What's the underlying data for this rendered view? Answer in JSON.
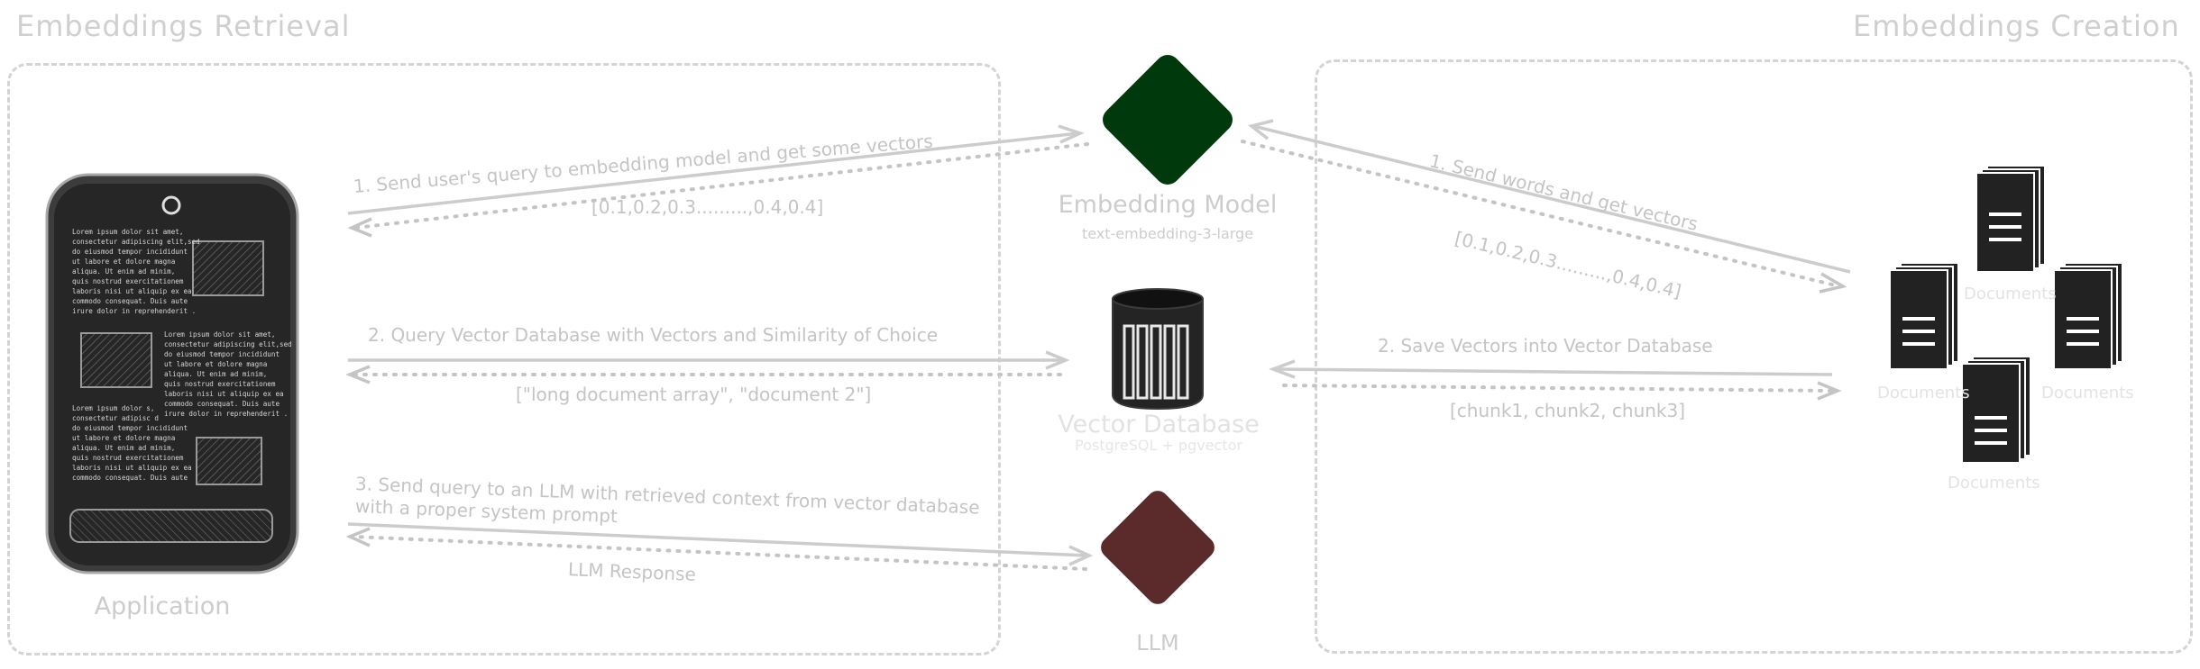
{
  "titles": {
    "retrieval": "Embeddings Retrieval",
    "creation": "Embeddings Creation"
  },
  "components": {
    "application": {
      "label": "Application"
    },
    "embedding_model": {
      "label": "Embedding Model",
      "sublabel": "text-embedding-3-large",
      "color": "#003a0c"
    },
    "vector_database": {
      "label": "Vector Database",
      "sublabel": "PostgreSQL + pgvector"
    },
    "llm": {
      "label": "LLM",
      "color": "#5b2a2a"
    },
    "documents": {
      "label": "Documents"
    }
  },
  "retrieval_flows": {
    "step1": "1. Send user's query to embedding model and get some vectors",
    "step1_return": "[0.1,0.2,0.3.........,0.4,0.4]",
    "step2": "2. Query Vector Database with Vectors and Similarity of Choice",
    "step2_return": "[\"long document array\", \"document 2\"]",
    "step3_line1": "3. Send query to an LLM with retrieved context from vector database",
    "step3_line2": "with a proper system prompt",
    "step3_return": "LLM Response"
  },
  "creation_flows": {
    "step1": "1. Send words and get vectors",
    "step1_return": "[0.1,0.2,0.3.........,0.4,0.4]",
    "step2": "2. Save Vectors into Vector Database",
    "step2_return": "[chunk1, chunk2, chunk3]"
  },
  "phone": {
    "lorem_1": [
      "Lorem ipsum dolor sit amet,",
      "consectetur adipiscing elit,sed",
      "do eiusmod tempor incididunt",
      "ut labore et dolore magna",
      "aliqua. Ut enim ad minim,",
      "quis nostrud exercitationem",
      "laboris nisi ut aliquip ex ea",
      "commodo consequat. Duis aute",
      "irure dolor in reprehenderit ."
    ],
    "lorem_2": [
      "Lorem ipsum dolor sit amet,",
      "consectetur adipiscing elit,sed",
      "do eiusmod tempor incididunt",
      "ut labore et dolore magna",
      "aliqua. Ut enim ad minim,",
      "quis nostrud exercitationem",
      "laboris nisi ut aliquip ex ea",
      "commodo consequat. Duis aute",
      "irure dolor in reprehenderit ."
    ],
    "lorem_3": [
      "Lorem ipsum dolor s,",
      "consectetur adipisc d",
      "do eiusmod tempor incididunt",
      "ut labore et dolore magna",
      "aliqua. Ut enim ad minim,",
      "quis nostrud exercitationem",
      "laboris nisi ut aliquip ex ea",
      "commodo consequat. Duis aute"
    ]
  }
}
